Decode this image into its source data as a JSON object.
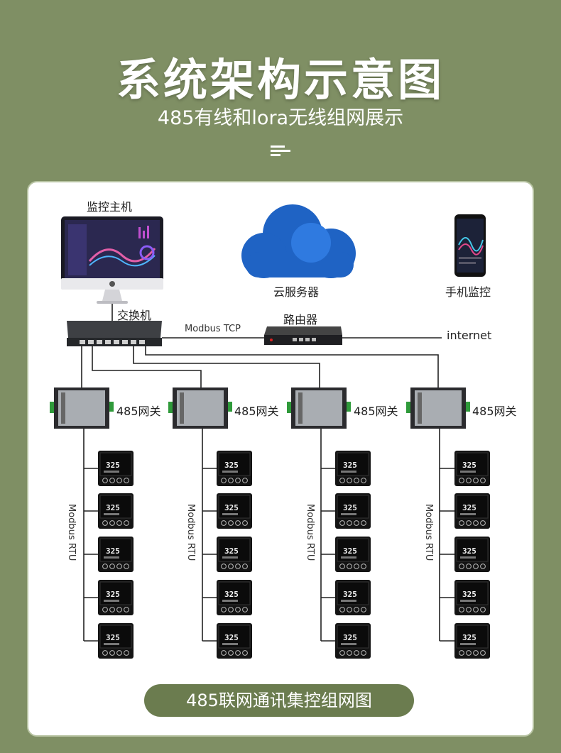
{
  "header": {
    "title": "系统架构示意图",
    "subtitle": "485有线和lora无线组网展示"
  },
  "nodes": {
    "host": "监控主机",
    "cloud": "云服务器",
    "phone": "手机监控",
    "switch": "交换机",
    "router": "路由器",
    "link_tcp": "Modbus TCP",
    "internet": "internet",
    "gateway": "485网关",
    "bus": "Modbus RTU",
    "thermostat_reading": "325"
  },
  "footer": {
    "badge": "485联网通讯集控组网图"
  },
  "colors": {
    "background": "#7f8f64",
    "badge": "#6b7c4f",
    "cloud": "#1f63c4"
  }
}
